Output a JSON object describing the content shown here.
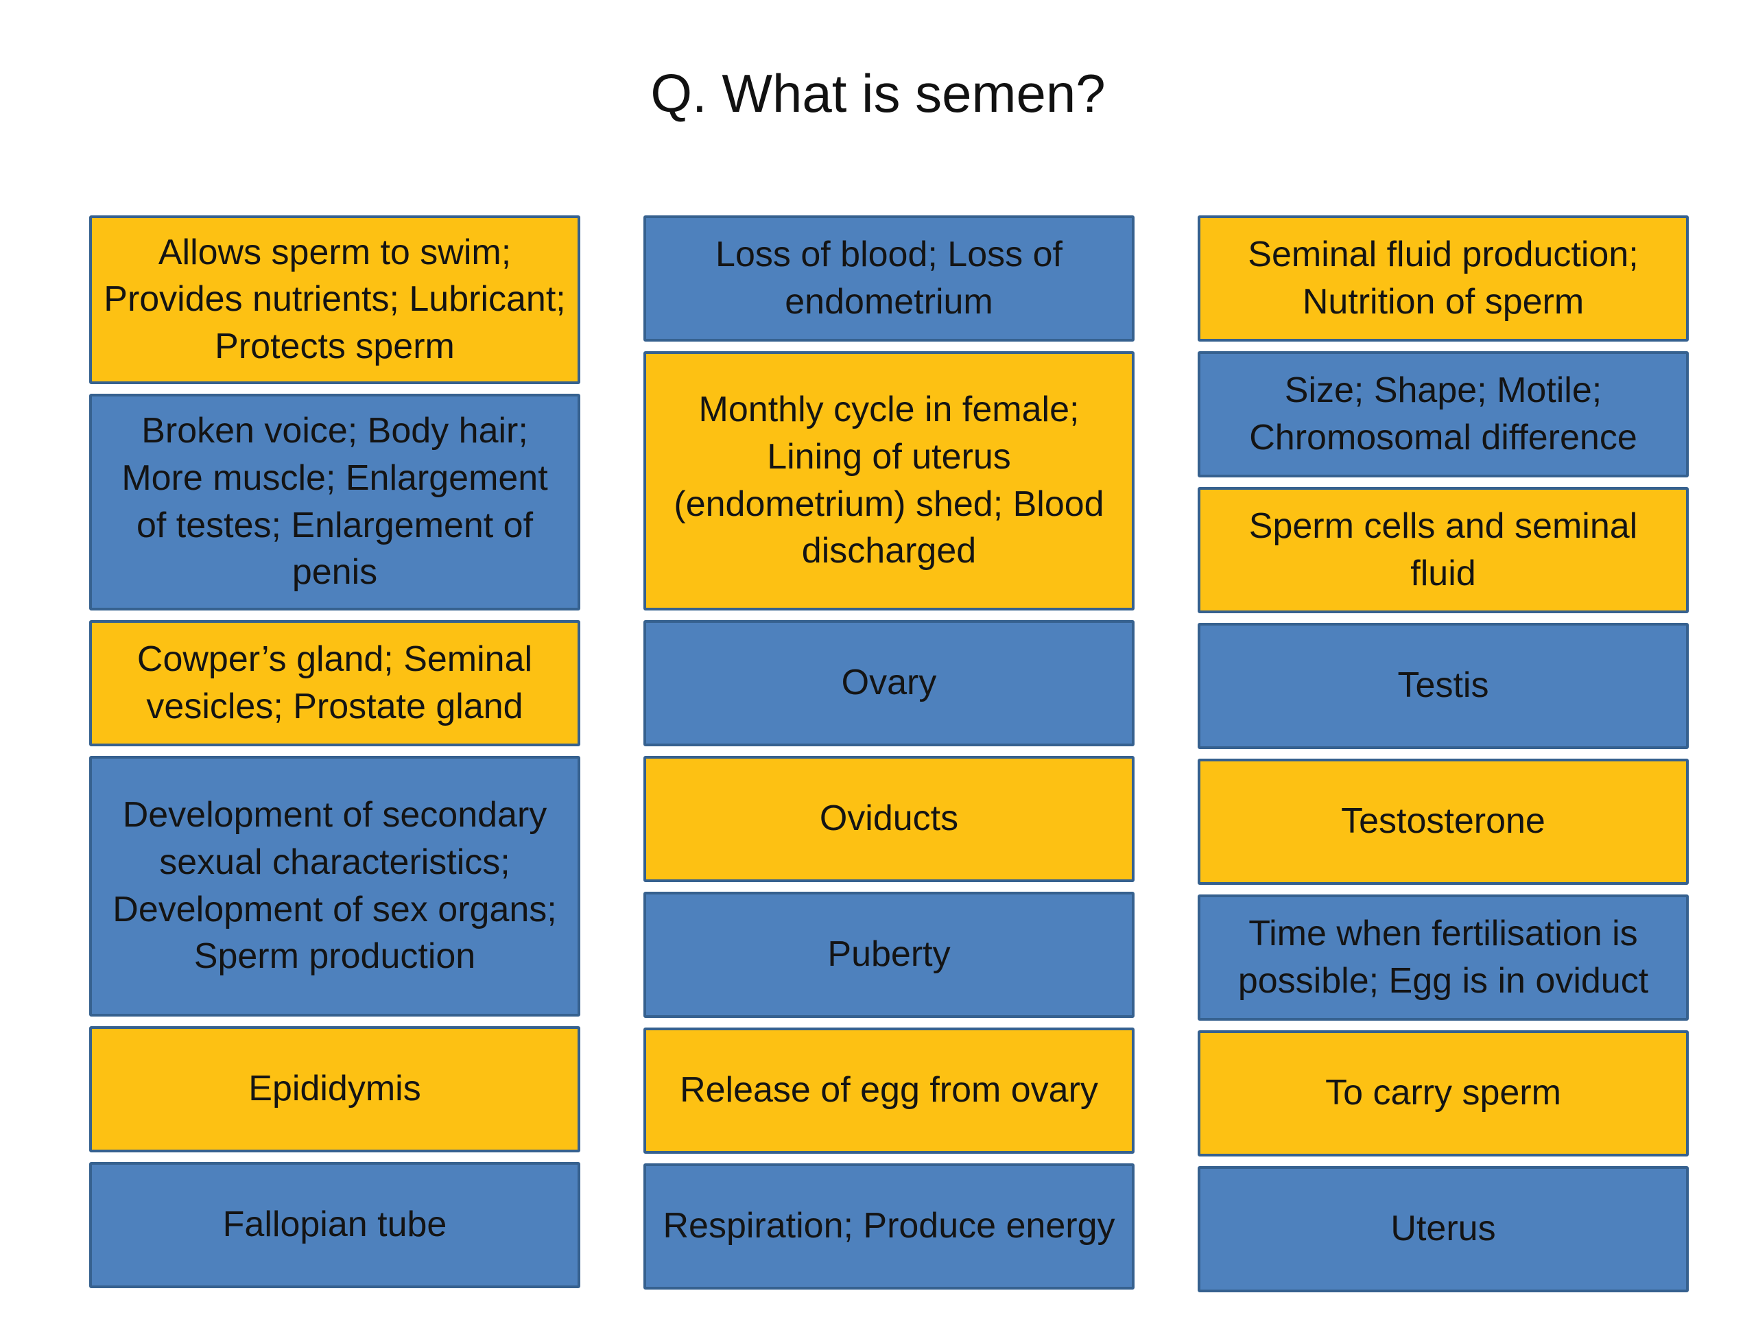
{
  "title": "Q. What is semen?",
  "colors": {
    "gold": "#fdc113",
    "blue": "#4e81bd",
    "border": "#36618f",
    "text": "#141414",
    "background": "#ffffff"
  },
  "columns": [
    {
      "boxes": [
        {
          "label": "Allows sperm to swim; Provides nutrients; Lubricant; Protects sperm",
          "variant": "gold"
        },
        {
          "label": "Broken voice; Body hair; More muscle; Enlargement of testes; Enlargement of penis",
          "variant": "blue"
        },
        {
          "label": "Cowper’s gland; Seminal vesicles; Prostate gland",
          "variant": "gold"
        },
        {
          "label": "Development of secondary sexual characteristics; Development of sex organs; Sperm production",
          "variant": "blue"
        },
        {
          "label": "Epididymis",
          "variant": "gold"
        },
        {
          "label": "Fallopian tube",
          "variant": "blue"
        }
      ]
    },
    {
      "boxes": [
        {
          "label": "Loss of blood; Loss of endometrium",
          "variant": "blue"
        },
        {
          "label": "Monthly cycle in female; Lining of uterus (endometrium) shed; Blood discharged",
          "variant": "gold"
        },
        {
          "label": "Ovary",
          "variant": "blue"
        },
        {
          "label": "Oviducts",
          "variant": "gold"
        },
        {
          "label": "Puberty",
          "variant": "blue"
        },
        {
          "label": "Release of egg from ovary",
          "variant": "gold"
        },
        {
          "label": "Respiration; Produce energy",
          "variant": "blue"
        }
      ]
    },
    {
      "boxes": [
        {
          "label": "Seminal fluid production; Nutrition of sperm",
          "variant": "gold"
        },
        {
          "label": "Size; Shape; Motile; Chromosomal difference",
          "variant": "blue"
        },
        {
          "label": "Sperm cells and seminal fluid",
          "variant": "gold"
        },
        {
          "label": "Testis",
          "variant": "blue"
        },
        {
          "label": "Testosterone",
          "variant": "gold"
        },
        {
          "label": "Time when fertilisation is possible; Egg is in oviduct",
          "variant": "blue"
        },
        {
          "label": "To carry sperm",
          "variant": "gold"
        },
        {
          "label": "Uterus",
          "variant": "blue"
        }
      ]
    }
  ]
}
